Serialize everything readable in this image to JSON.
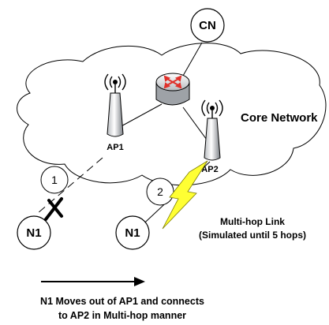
{
  "nodes": {
    "cn": "CN",
    "ap1": "AP1",
    "ap2": "AP2",
    "n1_old": "N1",
    "n1_new": "N1"
  },
  "core_network_label": "Core Network",
  "markers": {
    "step1": "1",
    "step2": "2"
  },
  "link_label": {
    "line1": "Multi-hop Link",
    "line2": "(Simulated until 5 hops)"
  },
  "caption": {
    "line1": "N1 Moves out of AP1 and connects",
    "line2": "to AP2 in Multi-hop manner"
  },
  "colors": {
    "lightning_fill": "#ffff33",
    "router_x": "#e0302a",
    "cloud_outline": "#000000"
  },
  "icons": {
    "router": "router-icon",
    "antenna": "antenna-icon",
    "lightning": "lightning-icon",
    "broken_link": "x-cross-icon",
    "arrow": "right-arrow-icon"
  }
}
